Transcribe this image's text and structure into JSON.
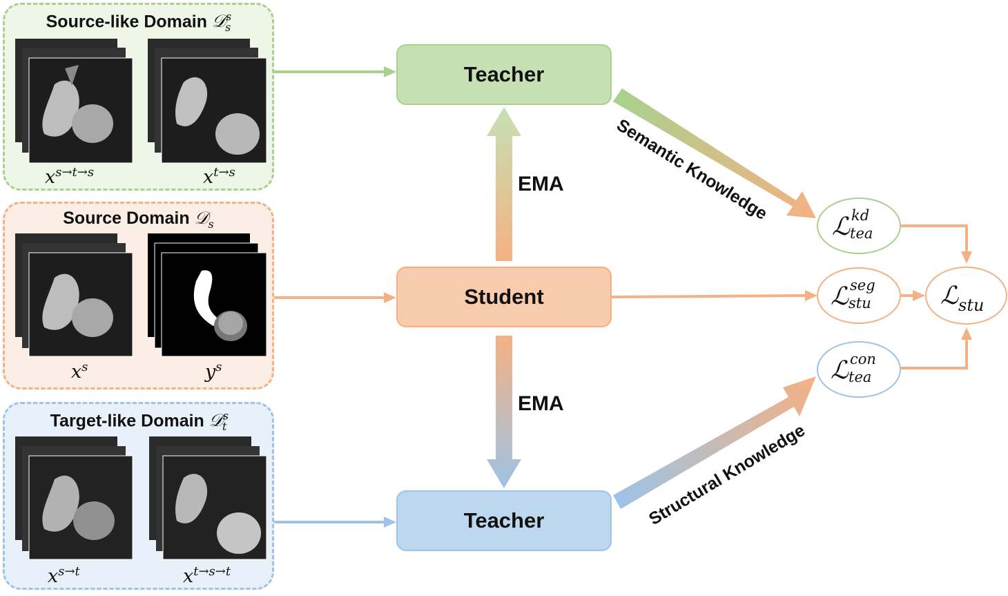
{
  "domains": {
    "source_like": {
      "title": "Source-like Domain ",
      "math": "𝒟",
      "math_sup": "s",
      "math_sub": "s",
      "captions": [
        {
          "base": "x",
          "sup": "s→t→s"
        },
        {
          "base": "x",
          "sup": "t→s"
        }
      ]
    },
    "source": {
      "title": "Source Domain ",
      "math": "𝒟",
      "math_sub": "s",
      "captions": [
        {
          "base": "x",
          "sup": "s"
        },
        {
          "base": "y",
          "sup": "s"
        }
      ]
    },
    "target_like": {
      "title": "Target-like Domain ",
      "math": "𝒟",
      "math_sup": "s",
      "math_sub": "t",
      "captions": [
        {
          "base": "x",
          "sup": "s→t"
        },
        {
          "base": "x",
          "sup": "t→s→t"
        }
      ]
    }
  },
  "nodes": {
    "teacher_top": "Teacher",
    "student": "Student",
    "teacher_bottom": "Teacher"
  },
  "ema": {
    "top": "EMA",
    "bottom": "EMA"
  },
  "knowledge": {
    "semantic": "Semantic Knowledge",
    "structural": "Structural Knowledge"
  },
  "losses": {
    "kd": {
      "L": "ℒ",
      "sup": "kd",
      "sub": "tea"
    },
    "seg": {
      "L": "ℒ",
      "sup": "seg",
      "sub": "stu"
    },
    "con": {
      "L": "ℒ",
      "sup": "con",
      "sub": "tea"
    },
    "stu": {
      "L": "ℒ",
      "sub": "stu"
    }
  },
  "colors": {
    "green_fill": "#c6e0b4",
    "green_border": "#9cc97d",
    "green_panel": "#eef6e8",
    "orange_fill": "#f8cbad",
    "orange_border": "#f4b183",
    "orange_panel": "#fdeee5",
    "blue_fill": "#bdd7ee",
    "blue_border": "#9dc3e6",
    "blue_panel": "#e8f1fa",
    "arrow_orange": "#f4b183",
    "arrow_green": "#a9d18e",
    "arrow_blue": "#9dc3e6"
  }
}
